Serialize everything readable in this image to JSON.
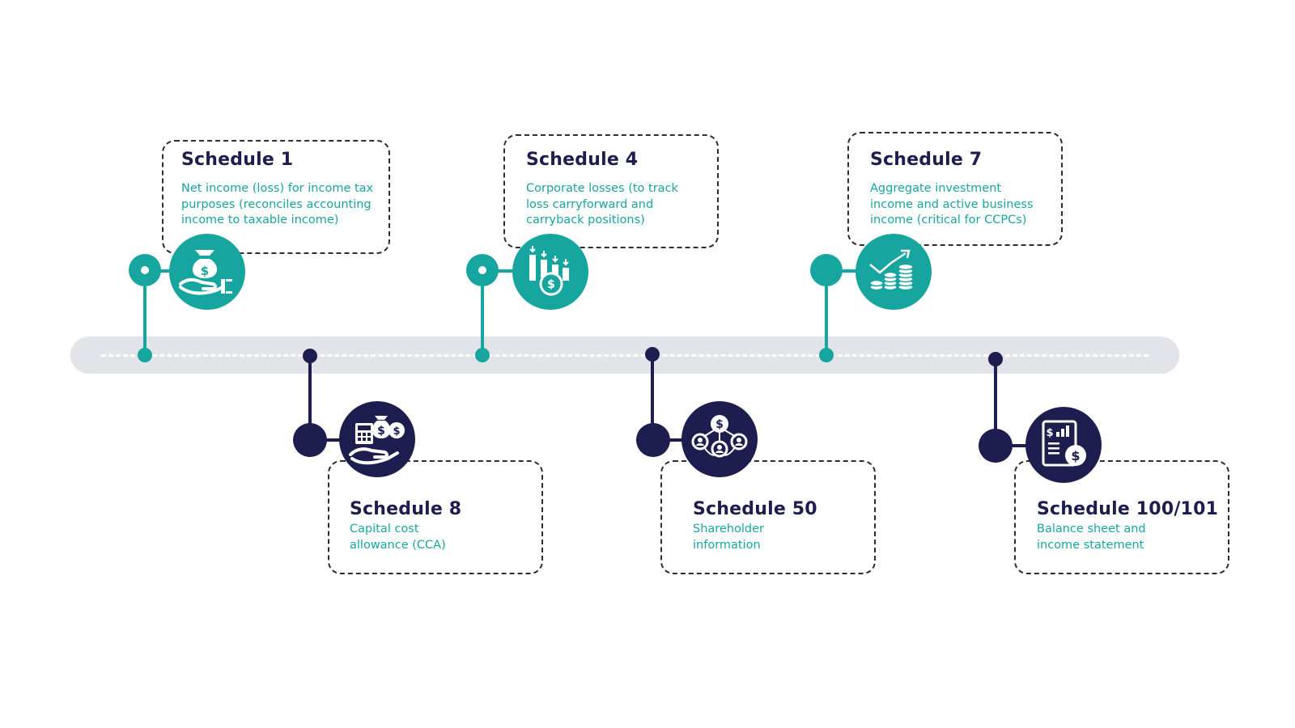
{
  "colors": {
    "teal": "#17a5a0",
    "navy": "#1e1d4f",
    "track": "#e3e3ea"
  },
  "milestones": [
    {
      "title": "Schedule 1",
      "description": [
        "Net income (loss) for income tax",
        "purposes (reconciles accounting",
        "income to taxable income)"
      ],
      "icon": "money-bag-hand-icon",
      "side": "top",
      "color": "teal"
    },
    {
      "title": "Schedule 8",
      "description": [
        "Capital cost",
        "allowance (CCA)"
      ],
      "icon": "calculator-money-hand-icon",
      "side": "bottom",
      "color": "navy"
    },
    {
      "title": "Schedule 4",
      "description": [
        "Corporate losses (to track",
        "loss carryforward and",
        "carryback positions)"
      ],
      "icon": "declining-chart-coin-icon",
      "side": "top",
      "color": "teal"
    },
    {
      "title": "Schedule 50",
      "description": [
        "Shareholder",
        "information"
      ],
      "icon": "shareholder-network-icon",
      "side": "bottom",
      "color": "navy"
    },
    {
      "title": "Schedule 7",
      "description": [
        "Aggregate investment",
        "income and active business",
        "income (critical for CCPCs)"
      ],
      "icon": "rising-coins-icon",
      "side": "top",
      "color": "teal"
    },
    {
      "title": "Schedule 100/101",
      "description": [
        "Balance sheet and",
        "income statement"
      ],
      "icon": "financial-statement-icon",
      "side": "bottom",
      "color": "navy"
    }
  ]
}
